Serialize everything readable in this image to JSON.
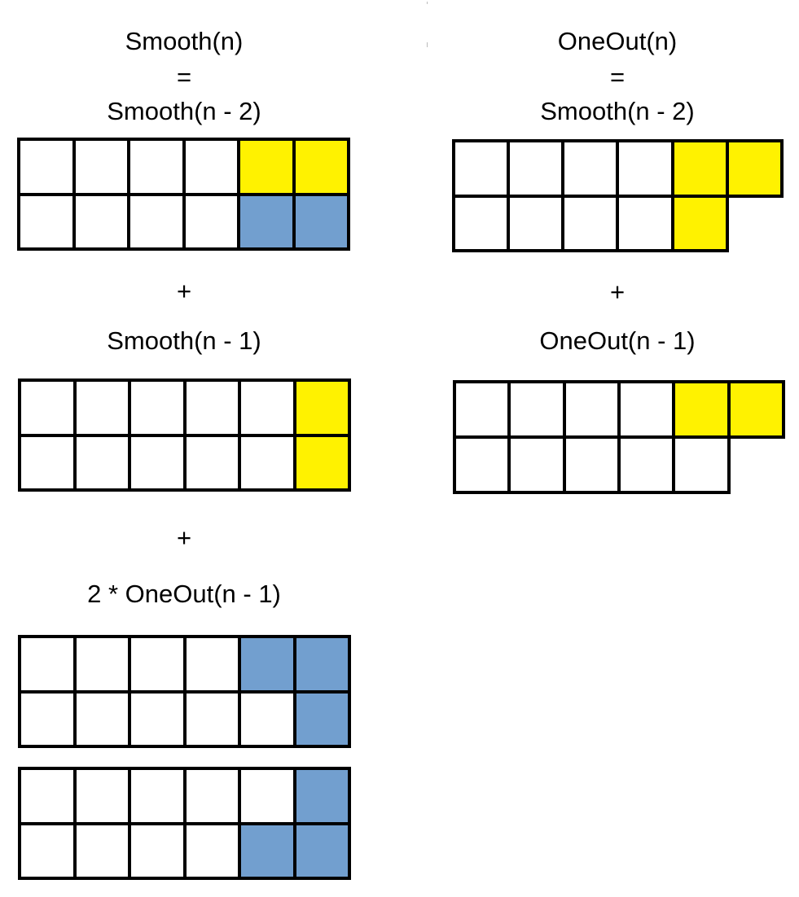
{
  "colors": {
    "yellow": "#FFF200",
    "blue": "#729FCF",
    "white": "#FFFFFF",
    "line": "#000000"
  },
  "left": {
    "title": "Smooth(n)",
    "equals": "=",
    "term1": "Smooth(n - 2)",
    "plus1": "+",
    "term2": "Smooth(n - 1)",
    "plus2": "+",
    "term3": "2 * OneOut(n - 1)"
  },
  "right": {
    "title": "OneOut(n)",
    "equals": "=",
    "term1": "Smooth(n - 2)",
    "plus1": "+",
    "term2": "OneOut(n - 1)"
  },
  "grids": {
    "left_1": [
      "w",
      "w",
      "w",
      "w",
      "y",
      "y",
      "w",
      "w",
      "w",
      "w",
      "b",
      "b"
    ],
    "left_2": [
      "w",
      "w",
      "w",
      "w",
      "w",
      "y",
      "w",
      "w",
      "w",
      "w",
      "w",
      "y"
    ],
    "left_3": [
      "w",
      "w",
      "w",
      "w",
      "b",
      "b",
      "w",
      "w",
      "w",
      "w",
      "w",
      "b"
    ],
    "left_4": [
      "w",
      "w",
      "w",
      "w",
      "w",
      "b",
      "w",
      "w",
      "w",
      "w",
      "b",
      "b"
    ],
    "right_1": [
      "w",
      "w",
      "w",
      "w",
      "y",
      "y",
      "w",
      "w",
      "w",
      "w",
      "y",
      "n"
    ],
    "right_2": [
      "w",
      "w",
      "w",
      "w",
      "y",
      "y",
      "w",
      "w",
      "w",
      "w",
      "w",
      "n"
    ]
  }
}
